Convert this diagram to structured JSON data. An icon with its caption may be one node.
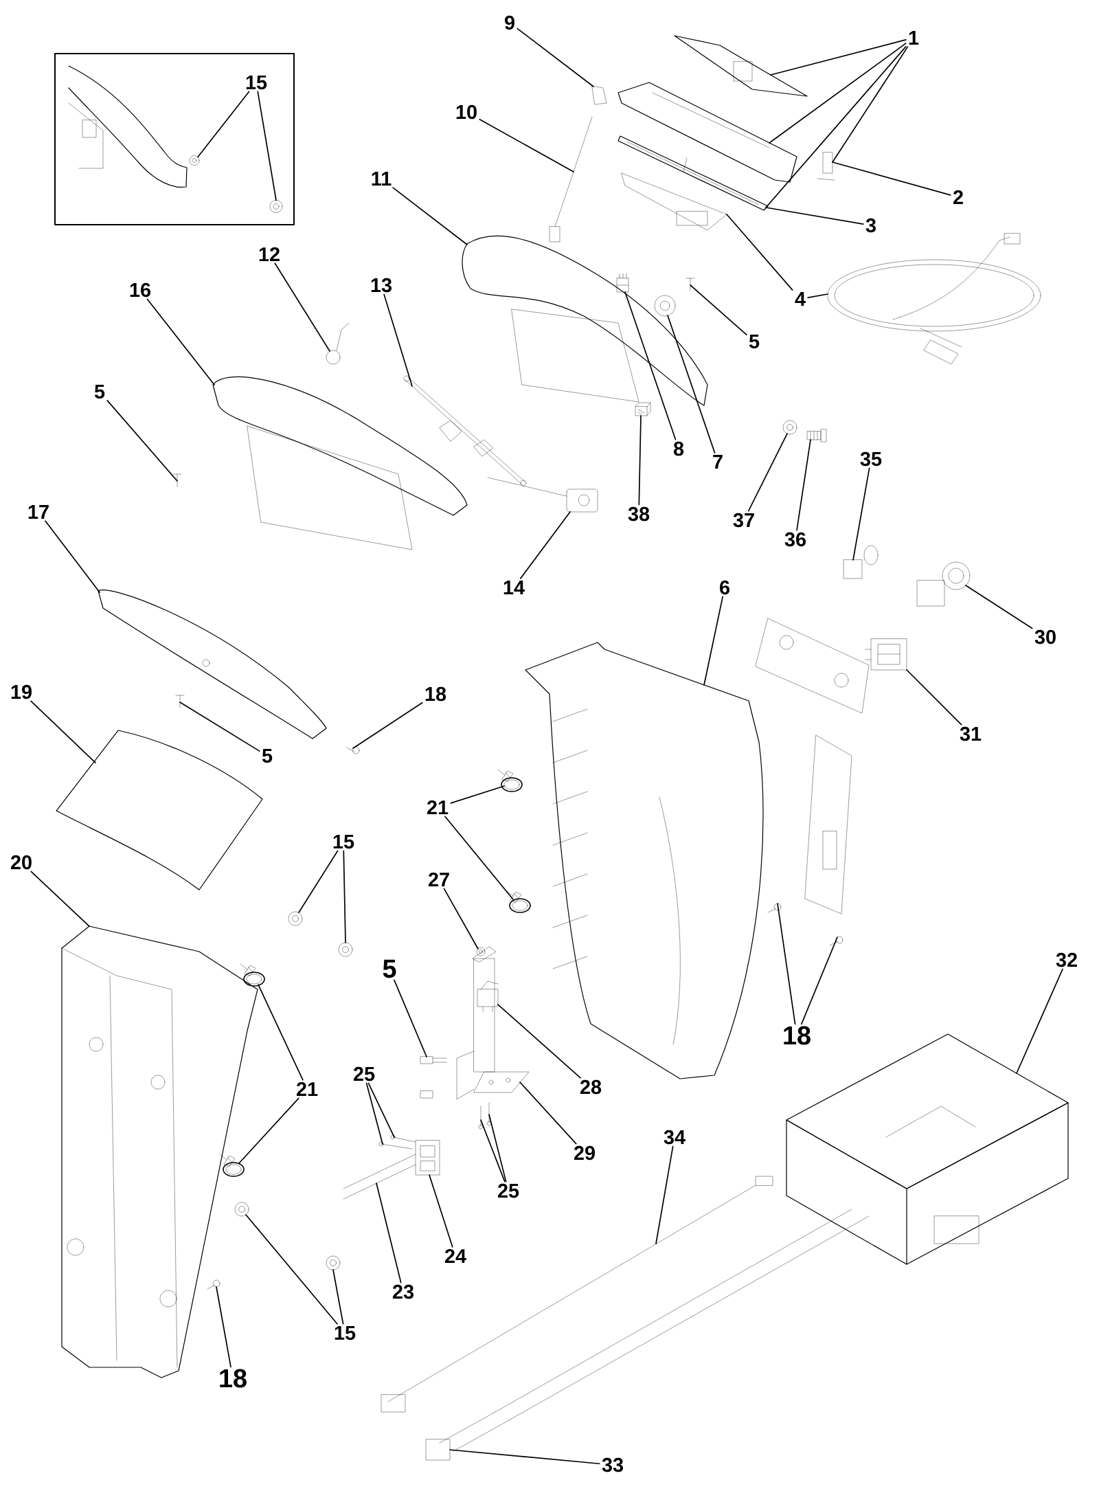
{
  "diagram": {
    "nodes": [
      {
        "text": [],
        "shape": "box"
      },
      {
        "text": [
          "15"
        ],
        "in": 0
      },
      {
        "text": [
          "9"
        ]
      },
      {
        "text": [
          "1"
        ]
      },
      {
        "text": [
          "10"
        ]
      },
      {
        "text": [
          "2"
        ]
      },
      {
        "text": [
          "11"
        ]
      },
      {
        "text": [
          "3"
        ]
      },
      {
        "text": [
          "12"
        ]
      },
      {
        "text": [
          "16"
        ]
      },
      {
        "text": [
          "13"
        ]
      },
      {
        "text": [
          "4"
        ]
      },
      {
        "text": [
          "5"
        ]
      },
      {
        "text": [
          "5"
        ]
      },
      {
        "text": [
          "8"
        ]
      },
      {
        "text": [
          "7"
        ]
      },
      {
        "text": [
          "35"
        ]
      },
      {
        "text": [
          "38"
        ]
      },
      {
        "text": [
          "37"
        ]
      },
      {
        "text": [
          "36"
        ]
      },
      {
        "text": [
          "17"
        ]
      },
      {
        "text": [
          "14"
        ]
      },
      {
        "text": [
          "6"
        ]
      },
      {
        "text": [
          "30"
        ]
      },
      {
        "text": [
          "19"
        ]
      },
      {
        "text": [
          "18"
        ]
      },
      {
        "text": [
          "5"
        ]
      },
      {
        "text": [
          "31"
        ]
      },
      {
        "text": [
          "21"
        ]
      },
      {
        "text": [
          "15"
        ]
      },
      {
        "text": [
          "20"
        ]
      },
      {
        "text": [
          "27"
        ]
      },
      {
        "text": [
          "32"
        ]
      },
      {
        "text": [
          "5"
        ]
      },
      {
        "text": [
          "18"
        ]
      },
      {
        "text": [
          "25"
        ]
      },
      {
        "text": [
          "21"
        ]
      },
      {
        "text": [
          "28"
        ]
      },
      {
        "text": [
          "29"
        ]
      },
      {
        "text": [
          "34"
        ]
      },
      {
        "text": [
          "25"
        ]
      },
      {
        "text": [
          "24"
        ]
      },
      {
        "text": [
          "23"
        ]
      },
      {
        "text": [
          "15"
        ]
      },
      {
        "text": [
          "18"
        ]
      },
      {
        "text": [
          "33"
        ]
      },
      {
        "text": [],
        "shape": "picture",
        "in": 0
      },
      {
        "text": [],
        "shape": "picture",
        "in": 0
      },
      {
        "text": [],
        "shape": "picture"
      },
      {
        "text": [],
        "shape": "picture"
      },
      {
        "text": [],
        "shape": "picture"
      },
      {
        "text": [],
        "shape": "picture"
      },
      {
        "text": [],
        "shape": "picture"
      },
      {
        "text": [],
        "shape": "picture"
      },
      {
        "text": [],
        "shape": "picture"
      },
      {
        "text": [],
        "shape": "picture"
      },
      {
        "text": [],
        "shape": "picture"
      },
      {
        "text": [],
        "shape": "picture"
      },
      {
        "text": [],
        "shape": "picture"
      },
      {
        "text": [],
        "shape": "picture"
      },
      {
        "text": [],
        "shape": "picture"
      },
      {
        "text": [],
        "shape": "picture"
      },
      {
        "text": [],
        "shape": "picture"
      },
      {
        "text": [],
        "shape": "picture"
      },
      {
        "text": [],
        "shape": "picture"
      },
      {
        "text": [],
        "shape": "picture"
      },
      {
        "text": [],
        "shape": "picture"
      },
      {
        "text": [],
        "shape": "picture"
      },
      {
        "text": [],
        "shape": "picture"
      },
      {
        "text": [],
        "shape": "picture"
      },
      {
        "text": [],
        "shape": "picture"
      },
      {
        "text": [],
        "shape": "picture"
      },
      {
        "text": [],
        "shape": "picture"
      },
      {
        "text": [],
        "shape": "picture"
      },
      {
        "text": [],
        "shape": "picture"
      },
      {
        "text": [],
        "shape": "picture"
      },
      {
        "text": [],
        "shape": "picture"
      },
      {
        "text": [],
        "shape": "picture"
      },
      {
        "text": [],
        "shape": "picture"
      },
      {
        "text": [],
        "shape": "picture"
      },
      {
        "text": [],
        "shape": "picture"
      },
      {
        "text": [],
        "shape": "picture"
      },
      {
        "text": [],
        "shape": "picture"
      },
      {
        "text": [],
        "shape": "picture"
      },
      {
        "text": [],
        "shape": "picture"
      },
      {
        "text": [],
        "shape": "picture"
      },
      {
        "text": [],
        "shape": "picture"
      },
      {
        "text": [],
        "shape": "picture"
      },
      {
        "text": [],
        "shape": "picture"
      },
      {
        "text": [],
        "shape": "picture"
      },
      {
        "text": [],
        "shape": "picture"
      },
      {
        "text": [],
        "shape": "picture"
      },
      {
        "text": [],
        "shape": "picture"
      },
      {
        "text": [],
        "shape": "picture"
      },
      {
        "text": [],
        "shape": "picture"
      },
      {
        "text": [],
        "shape": "picture"
      },
      {
        "text": [],
        "shape": "picture"
      },
      {
        "text": [],
        "shape": "picture"
      },
      {
        "text": [],
        "shape": "picture"
      },
      {
        "text": [],
        "shape": "picture"
      },
      {
        "text": [],
        "shape": "picture"
      }
    ],
    "edges": [
      {
        "from": 1,
        "to": 46,
        "arrow": "none"
      },
      {
        "from": 1,
        "to": 47,
        "arrow": "none"
      },
      {
        "from": 2,
        "to": 48,
        "arrow": "none"
      },
      {
        "from": 3,
        "to": 49,
        "arrow": "none"
      },
      {
        "from": 3,
        "to": 50,
        "arrow": "none"
      },
      {
        "from": 3,
        "to": 51,
        "arrow": "none"
      },
      {
        "from": 3,
        "to": 52,
        "arrow": "none"
      },
      {
        "from": 4,
        "to": 53,
        "arrow": "none"
      },
      {
        "from": 5,
        "to": 52,
        "arrow": "none"
      },
      {
        "from": 6,
        "to": 54,
        "arrow": "none"
      },
      {
        "from": 7,
        "to": 51,
        "arrow": "none"
      },
      {
        "from": 8,
        "to": 55,
        "arrow": "none"
      },
      {
        "from": 9,
        "to": 56,
        "arrow": "none"
      },
      {
        "from": 10,
        "to": 57,
        "arrow": "none"
      },
      {
        "from": 11,
        "to": 58,
        "arrow": "none"
      },
      {
        "from": 11,
        "to": 59,
        "arrow": "none"
      },
      {
        "from": 12,
        "to": 60,
        "arrow": "none"
      },
      {
        "from": 13,
        "to": 61,
        "arrow": "none"
      },
      {
        "from": 14,
        "to": 62,
        "arrow": "none"
      },
      {
        "from": 15,
        "to": 63,
        "arrow": "none"
      },
      {
        "from": 16,
        "to": 64,
        "arrow": "none"
      },
      {
        "from": 17,
        "to": 65,
        "arrow": "none"
      },
      {
        "from": 18,
        "to": 66,
        "arrow": "none"
      },
      {
        "from": 19,
        "to": 67,
        "arrow": "none"
      },
      {
        "from": 20,
        "to": 68,
        "arrow": "none"
      },
      {
        "from": 21,
        "to": 69,
        "arrow": "none"
      },
      {
        "from": 22,
        "to": 70,
        "arrow": "none"
      },
      {
        "from": 23,
        "to": 71,
        "arrow": "none"
      },
      {
        "from": 24,
        "to": 72,
        "arrow": "none"
      },
      {
        "from": 25,
        "to": 73,
        "arrow": "none"
      },
      {
        "from": 26,
        "to": 74,
        "arrow": "none"
      },
      {
        "from": 27,
        "to": 75,
        "arrow": "none"
      },
      {
        "from": 28,
        "to": 76,
        "arrow": "none"
      },
      {
        "from": 28,
        "to": 77,
        "arrow": "none"
      },
      {
        "from": 29,
        "to": 78,
        "arrow": "none"
      },
      {
        "from": 29,
        "to": 79,
        "arrow": "none"
      },
      {
        "from": 30,
        "to": 80,
        "arrow": "none"
      },
      {
        "from": 31,
        "to": 81,
        "arrow": "none"
      },
      {
        "from": 32,
        "to": 82,
        "arrow": "none"
      },
      {
        "from": 33,
        "to": 83,
        "arrow": "none"
      },
      {
        "from": 34,
        "to": 84,
        "arrow": "none"
      },
      {
        "from": 34,
        "to": 85,
        "arrow": "none"
      },
      {
        "from": 35,
        "to": 86,
        "arrow": "none"
      },
      {
        "from": 35,
        "to": 87,
        "arrow": "none"
      },
      {
        "from": 36,
        "to": 88,
        "arrow": "none"
      },
      {
        "from": 36,
        "to": 89,
        "arrow": "none"
      },
      {
        "from": 37,
        "to": 90,
        "arrow": "none"
      },
      {
        "from": 38,
        "to": 91,
        "arrow": "none"
      },
      {
        "from": 39,
        "to": 92,
        "arrow": "none"
      },
      {
        "from": 40,
        "to": 93,
        "arrow": "none"
      },
      {
        "from": 40,
        "to": 94,
        "arrow": "none"
      },
      {
        "from": 41,
        "to": 95,
        "arrow": "none"
      },
      {
        "from": 42,
        "to": 96,
        "arrow": "none"
      },
      {
        "from": 43,
        "to": 97,
        "arrow": "none"
      },
      {
        "from": 43,
        "to": 98,
        "arrow": "none"
      },
      {
        "from": 44,
        "to": 99,
        "arrow": "none"
      },
      {
        "from": 45,
        "to": 100,
        "arrow": "none"
      }
    ]
  }
}
